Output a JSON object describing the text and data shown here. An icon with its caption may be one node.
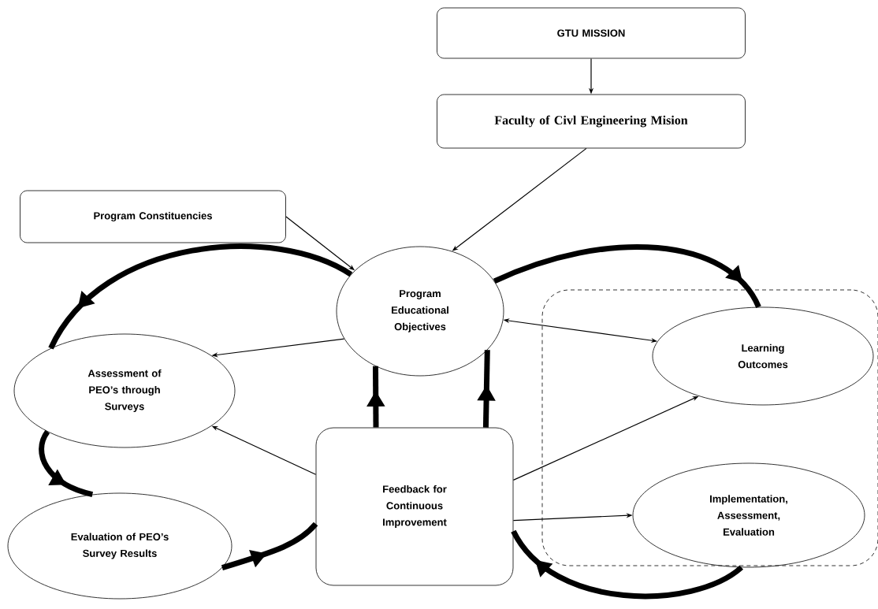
{
  "diagram": {
    "nodes": [
      {
        "text": [
          "GTU MISSION"
        ]
      },
      {
        "text": [
          "Faculty of Civl Engineering Mision"
        ]
      },
      {
        "text": [
          "Program Constituencies"
        ]
      },
      {
        "text": [
          "Program Educational Objectives"
        ]
      },
      {
        "text": [
          "Assessment of PEO’s through Surveys"
        ]
      },
      {
        "text": [
          "Evaluation of PEO’s Survey Results"
        ]
      },
      {
        "text": [
          "Feedback for Continuous Improvement"
        ]
      },
      {
        "text": [],
        "shape": "box"
      },
      {
        "text": [
          "Learning Outcomes"
        ],
        "in": 7
      },
      {
        "text": [
          "Implementation, Assessment, Evaluation"
        ],
        "in": 7
      }
    ],
    "edges": [
      {
        "from": 0,
        "to": 1,
        "arrow": "to"
      },
      {
        "from": 1,
        "to": 3,
        "arrow": "to"
      },
      {
        "from": 2,
        "to": 3,
        "arrow": "to"
      },
      {
        "from": 3,
        "to": 4,
        "arrow": "to"
      },
      {
        "from": 6,
        "to": 4,
        "arrow": "to"
      },
      {
        "from": 3,
        "to": 8,
        "arrow": "both"
      },
      {
        "from": 6,
        "to": 8,
        "arrow": "to"
      },
      {
        "from": 6,
        "to": 9,
        "arrow": "to"
      },
      {
        "from": 3,
        "to": 4,
        "arrow": "to",
        "style": "thick"
      },
      {
        "from": 4,
        "to": 5,
        "arrow": "to",
        "style": "thick"
      },
      {
        "from": 5,
        "to": 6,
        "arrow": "to",
        "style": "thick"
      },
      {
        "from": 6,
        "to": 3,
        "arrow": "to",
        "style": "thick"
      },
      {
        "from": 6,
        "to": 3,
        "arrow": "to",
        "style": "thick"
      },
      {
        "from": 3,
        "to": 8,
        "arrow": "to",
        "style": "thick"
      },
      {
        "from": 9,
        "to": 6,
        "arrow": "to",
        "style": "thick"
      }
    ]
  }
}
